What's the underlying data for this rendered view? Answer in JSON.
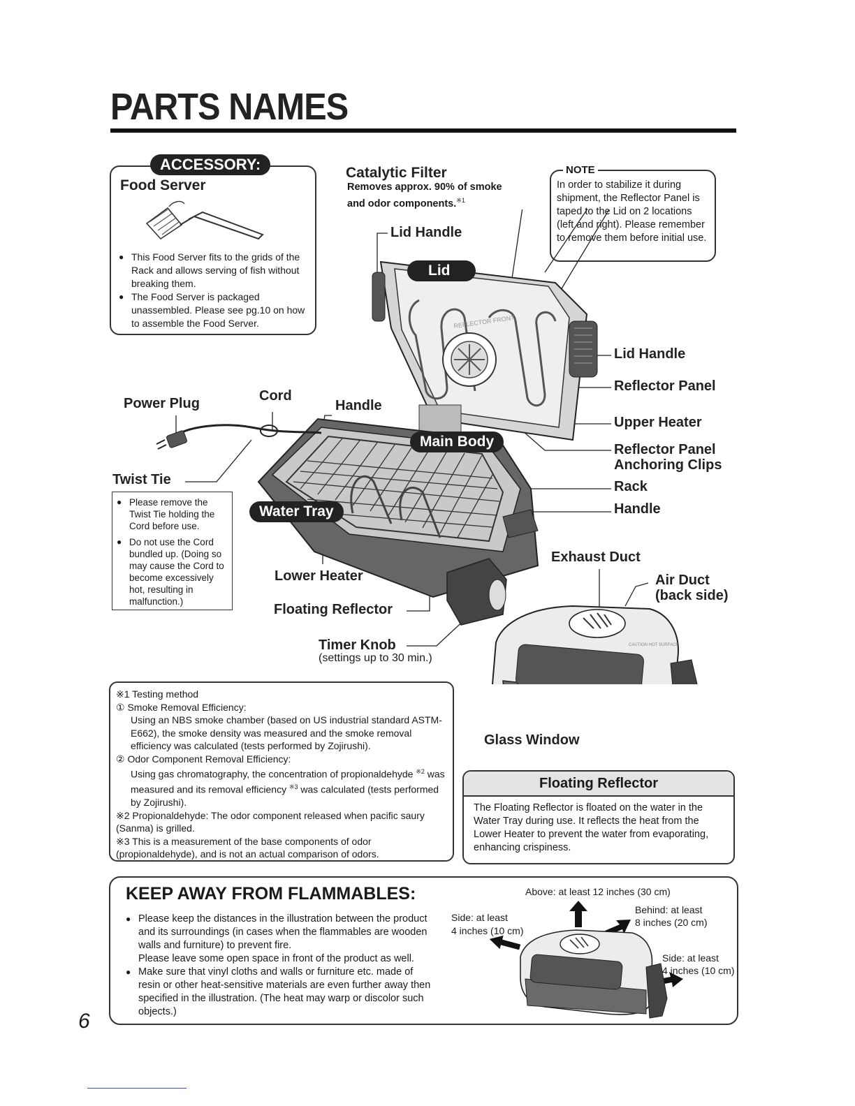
{
  "page": {
    "title": "PARTS NAMES",
    "page_number": "6"
  },
  "accessory": {
    "badge": "ACCESSORY:",
    "heading": "Food Server",
    "bullets": [
      "This Food Server fits to the grids of the Rack and allows serving of fish without breaking them.",
      "The Food Server is packaged unassembled. Please see pg.10 on how to assemble the Food Server."
    ]
  },
  "catalytic": {
    "heading": "Catalytic Filter",
    "line1": "Removes approx. 90% of smoke",
    "line2": "and odor components.",
    "mark": "※1"
  },
  "note": {
    "heading": "NOTE",
    "text": "In order to stabilize it during shipment, the Reflector Panel is taped to the Lid on 2 locations (left and right). Please remember to remove them before initial use."
  },
  "labels": {
    "lid_handle_top": "Lid Handle",
    "lid_badge": "Lid",
    "lid_handle_right": "Lid Handle",
    "reflector_panel": "Reflector Panel",
    "upper_heater": "Upper Heater",
    "anchor_clips_1": "Reflector Panel",
    "anchor_clips_2": "Anchoring Clips",
    "rack": "Rack",
    "handle_right": "Handle",
    "power_plug": "Power Plug",
    "cord": "Cord",
    "handle_top": "Handle",
    "main_body_badge": "Main Body",
    "twist_tie": "Twist Tie",
    "water_tray_badge": "Water Tray",
    "lower_heater": "Lower Heater",
    "floating_reflector": "Floating Reflector",
    "timer_knob": "Timer Knob",
    "timer_note": "(settings up to 30 min.)",
    "exhaust_duct": "Exhaust Duct",
    "air_duct_1": "Air Duct",
    "air_duct_2": "(back side)",
    "glass_window": "Glass Window",
    "lid_reflector_text": "REFLECTOR FRONT",
    "caution_text": "CAUTION HOT SURFACE"
  },
  "twist_tie_notes": [
    "Please remove the Twist Tie holding the Cord before use.",
    "Do not use the Cord bundled up. (Doing so may cause the Cord to become excessively hot, resulting in malfunction.)"
  ],
  "footnotes": {
    "f1_title": "※1 Testing method",
    "f1_a_title": "① Smoke Removal Efficiency:",
    "f1_a_text": "Using an NBS smoke chamber (based on US industrial standard ASTM-E662), the smoke density was measured and the smoke removal efficiency was calculated (tests performed by Zojirushi).",
    "f1_b_title": "② Odor Component Removal Efficiency:",
    "f1_b_text_1": "Using gas chromatography, the concentration of propionaldehyde",
    "f1_b_mark2": "※2",
    "f1_b_text_2": "was measured and its removal efficiency",
    "f1_b_mark3": "※3",
    "f1_b_text_3": "was calculated (tests performed by Zojirushi).",
    "f2": "※2 Propionaldehyde: The odor component released when pacific saury (Sanma) is grilled.",
    "f3": "※3 This is a measurement of the base components of odor (propionaldehyde), and is not an actual comparison of odors."
  },
  "floating_box": {
    "heading": "Floating Reflector",
    "text": "The Floating Reflector is floated on the water in the Water Tray during use. It reflects the heat from the Lower Heater to prevent the water from evaporating, enhancing crispiness."
  },
  "flammables": {
    "heading": "KEEP AWAY FROM FLAMMABLES:",
    "bullet1": "Please keep the distances in the illustration between the product and its surroundings (in cases when the flammables are wooden walls and furniture) to prevent fire.",
    "bullet1_extra": "Please leave some open space in front of the product as well.",
    "bullet2": "Make sure that vinyl cloths and walls or furniture etc. made of resin or other heat-sensitive materials are even further away then specified in the illustration. (The heat may warp or discolor such objects.)",
    "above": "Above: at least 12 inches (30 cm)",
    "behind_1": "Behind: at least",
    "behind_2": "8 inches (20 cm)",
    "side_left_1": "Side: at least",
    "side_left_2": "4 inches (10 cm)",
    "side_right_1": "Side: at least",
    "side_right_2": "4 inches (10 cm)"
  }
}
